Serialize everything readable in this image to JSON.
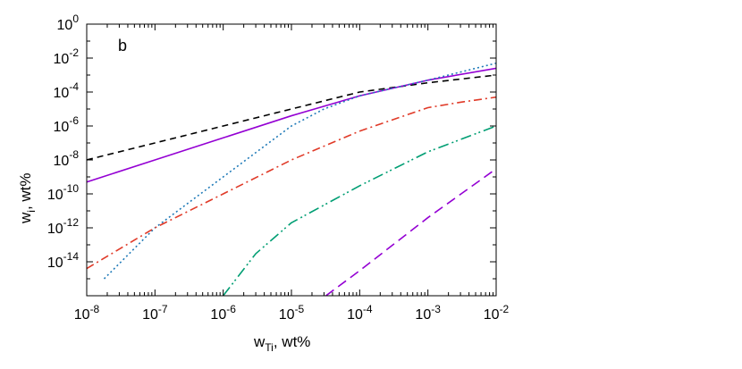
{
  "chart_data": {
    "type": "line",
    "annotation": "b",
    "x_axis": {
      "title": "w",
      "title_sub": "Ti",
      "title_suffix": ", wt%",
      "scale": "log",
      "range": [
        1e-08,
        0.01
      ],
      "tick_labels": [
        {
          "value": 1e-08,
          "base": "10",
          "exp": "-8"
        },
        {
          "value": 1e-07,
          "base": "10",
          "exp": "-7"
        },
        {
          "value": 1e-06,
          "base": "10",
          "exp": "-6"
        },
        {
          "value": 1e-05,
          "base": "10",
          "exp": "-5"
        },
        {
          "value": 0.0001,
          "base": "10",
          "exp": "-4"
        },
        {
          "value": 0.001,
          "base": "10",
          "exp": "-3"
        },
        {
          "value": 0.01,
          "base": "10",
          "exp": "-2"
        }
      ]
    },
    "y_axis": {
      "title": "w",
      "title_sub": "i",
      "title_suffix": ", wt%",
      "scale": "log",
      "range": [
        1e-16,
        1.0
      ],
      "tick_labels": [
        {
          "value": 1e-14,
          "base": "10",
          "exp": "-14"
        },
        {
          "value": 1e-12,
          "base": "10",
          "exp": "-12"
        },
        {
          "value": 1e-10,
          "base": "10",
          "exp": "-10"
        },
        {
          "value": 1e-08,
          "base": "10",
          "exp": "-8"
        },
        {
          "value": 1e-06,
          "base": "10",
          "exp": "-6"
        },
        {
          "value": 0.0001,
          "base": "10",
          "exp": "-4"
        },
        {
          "value": 0.01,
          "base": "10",
          "exp": "-2"
        },
        {
          "value": 1.0,
          "base": "10",
          "exp": "0"
        }
      ]
    },
    "grid": false,
    "legend": "none",
    "series": [
      {
        "color": "#000000",
        "dash": "dashed",
        "x": [
          1e-08,
          1e-07,
          1e-06,
          1e-05,
          0.0001,
          0.001,
          0.01
        ],
        "y": [
          1e-08,
          1e-07,
          1e-06,
          1e-05,
          0.0001,
          0.00035,
          0.001
        ]
      },
      {
        "color": "#9400d3",
        "dash": "solid",
        "x": [
          1e-08,
          1e-07,
          1e-06,
          1e-05,
          0.0001,
          0.001,
          0.01
        ],
        "y": [
          5e-10,
          1e-08,
          2e-07,
          4e-06,
          6e-05,
          0.0005,
          0.0025
        ]
      },
      {
        "color": "#1f7ab8",
        "dash": "dotted",
        "x": [
          1.8e-08,
          1e-07,
          1e-06,
          1e-05,
          3e-05,
          0.0001,
          0.001,
          0.01
        ],
        "y": [
          1e-15,
          1e-12,
          1e-09,
          1e-06,
          1e-05,
          6e-05,
          0.0005,
          0.005
        ]
      },
      {
        "color": "#e03a28",
        "dash": "dashdot",
        "x": [
          1e-08,
          1e-07,
          1e-06,
          1e-05,
          0.0001,
          0.001,
          0.003,
          0.01
        ],
        "y": [
          4e-15,
          1e-12,
          1e-10,
          1e-08,
          5e-07,
          1.2e-05,
          2.5e-05,
          5e-05
        ]
      },
      {
        "color": "#009e73",
        "dash": "dashdotdot",
        "x": [
          1e-06,
          3e-06,
          1e-05,
          0.0001,
          0.001,
          0.01
        ],
        "y": [
          1e-16,
          3e-14,
          2e-12,
          3e-10,
          3e-08,
          1e-06
        ]
      },
      {
        "color": "#9400d3",
        "dash": "longdash",
        "x": [
          3.2e-05,
          0.0001,
          0.001,
          0.01
        ],
        "y": [
          1e-16,
          3e-15,
          4e-12,
          3e-09
        ]
      }
    ]
  }
}
